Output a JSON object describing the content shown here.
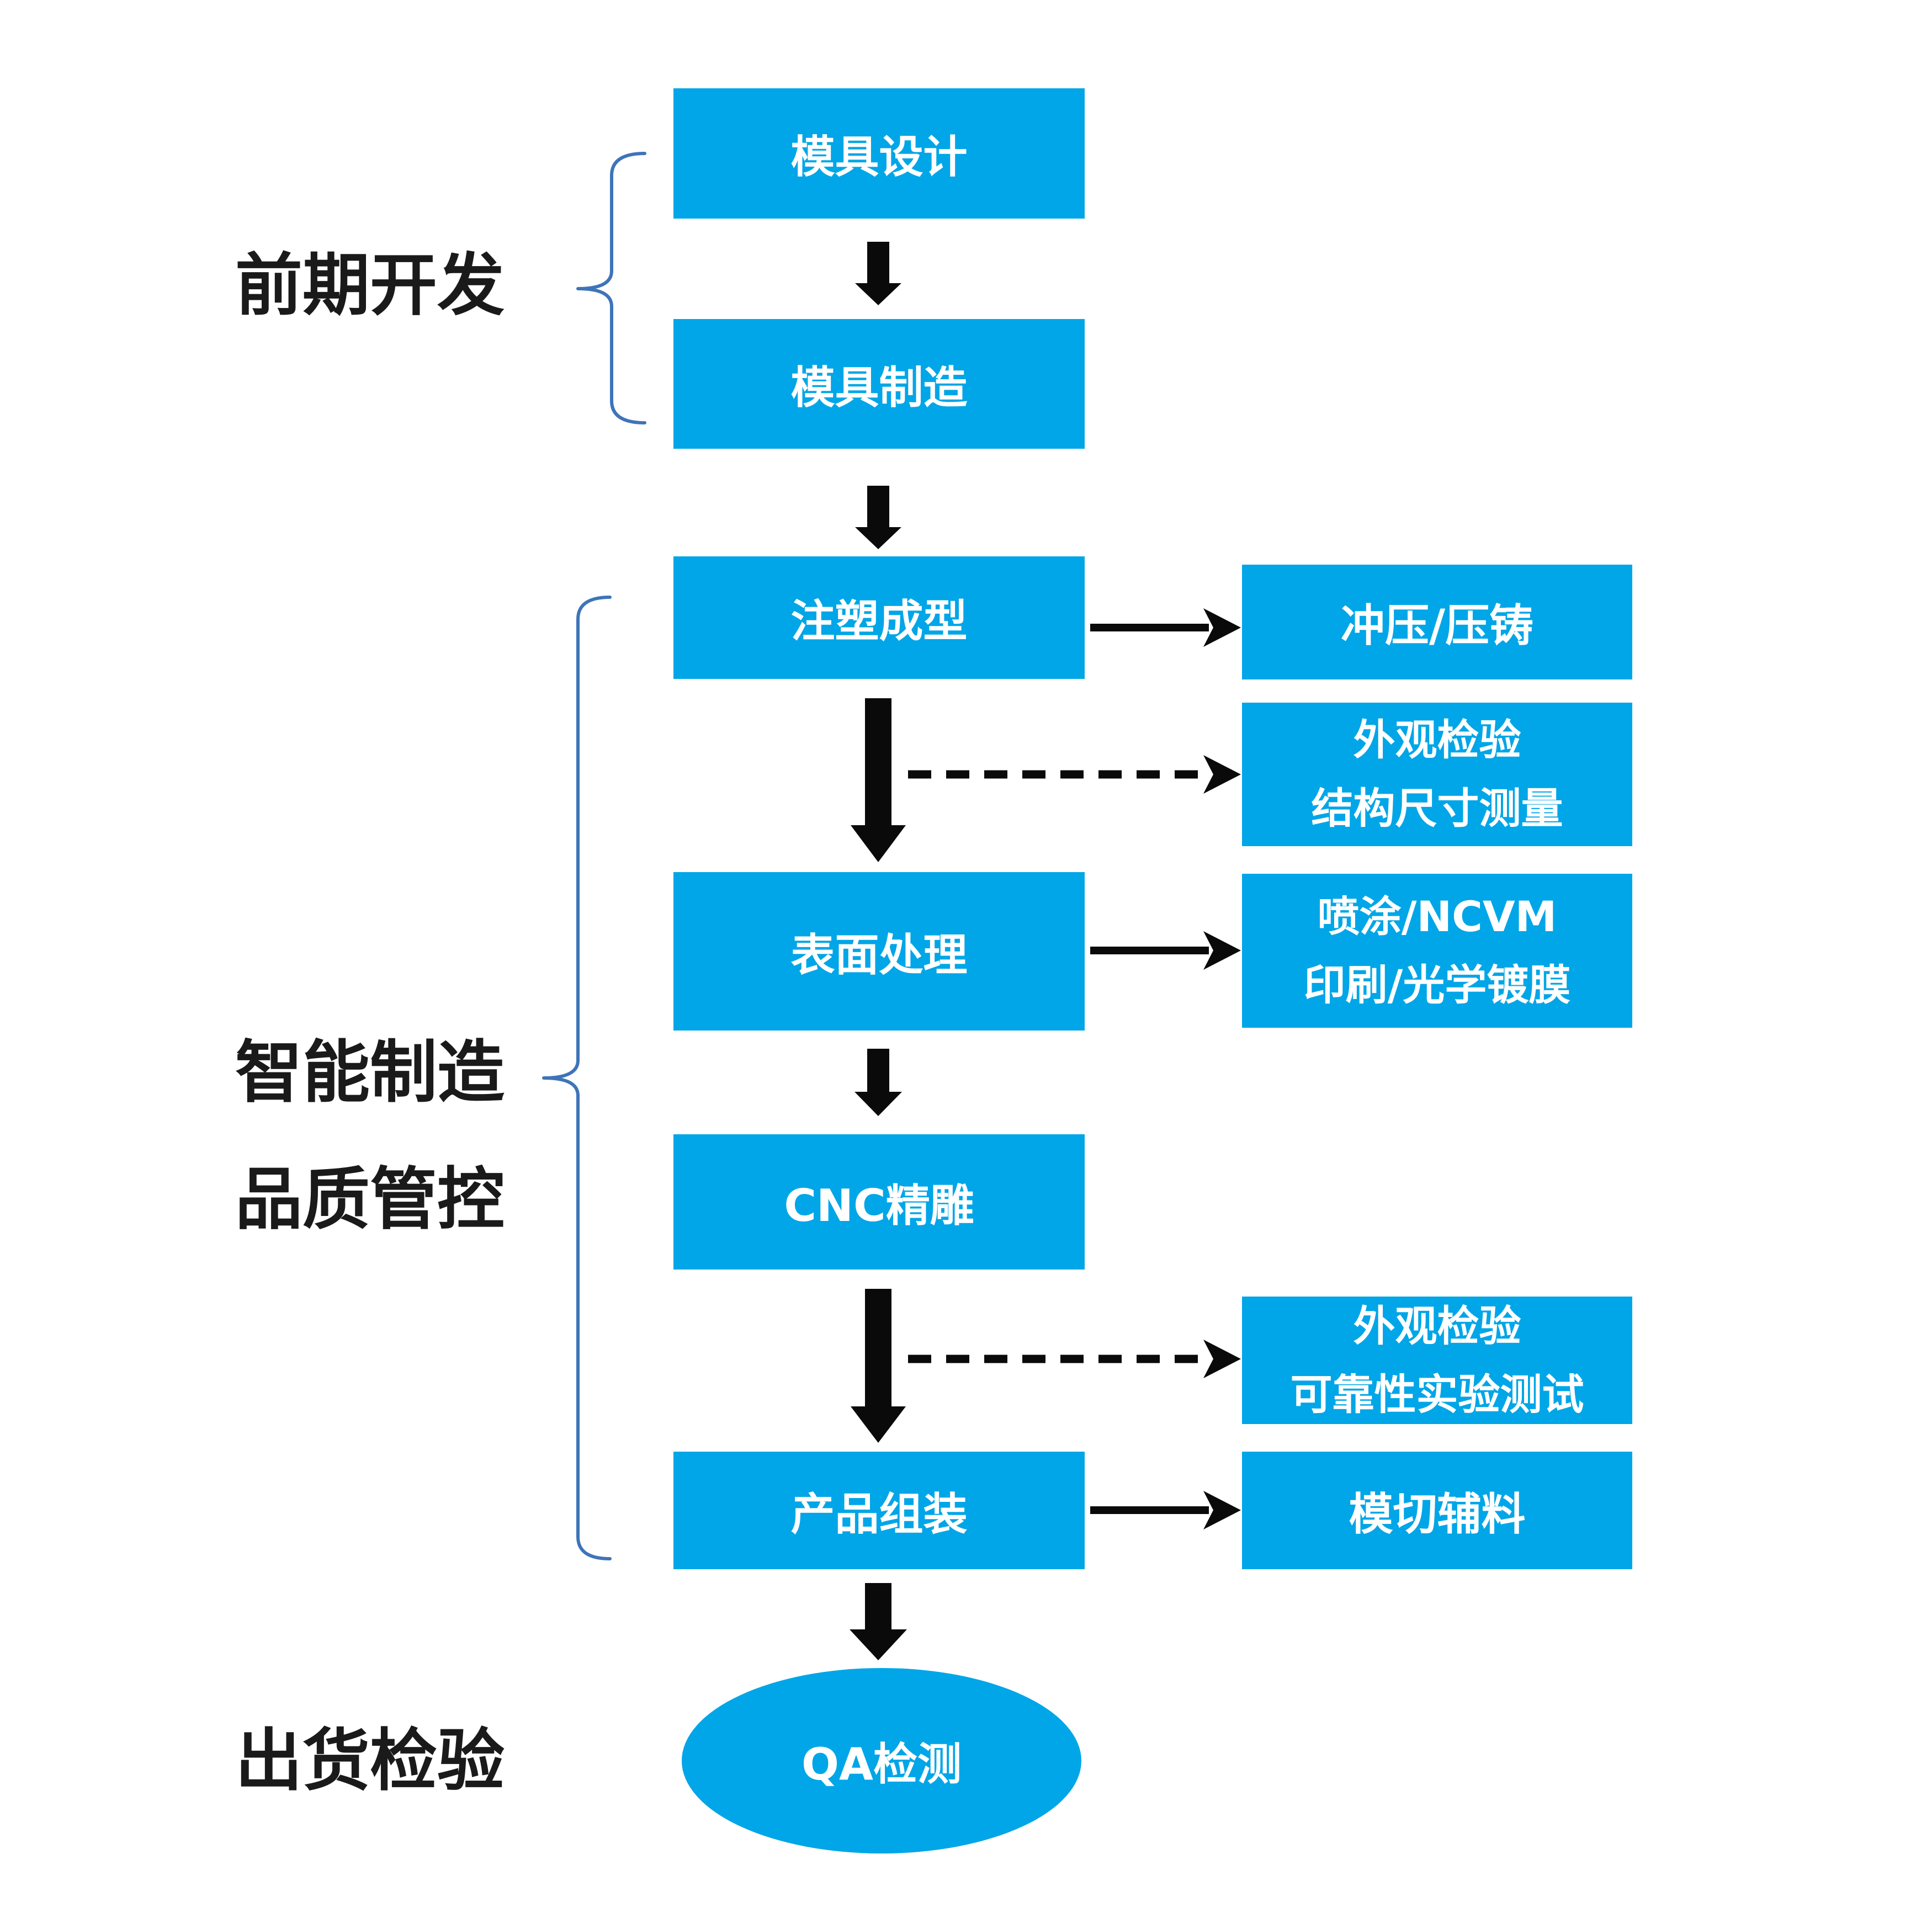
{
  "colors": {
    "box_blue": "#00A6E7",
    "brace_blue": "#3E74B9",
    "arrow_black": "#0A0A0A",
    "text_black": "#1A1A1A",
    "background": "#FFFFFF",
    "box_text": "#FFFFFF"
  },
  "phases": {
    "early_development": "前期开发",
    "smart_manufacturing_line1": "智能制造",
    "smart_manufacturing_line2": "品质管控",
    "outgoing_inspection": "出货检验"
  },
  "main_flow": {
    "mold_design": "模具设计",
    "mold_manufacturing": "模具制造",
    "injection_molding": "注塑成型",
    "surface_treatment": "表面处理",
    "cnc_engraving": "CNC精雕",
    "product_assembly": "产品组装",
    "qa_inspection": "QA检测"
  },
  "branch_flow": {
    "stamping_die_casting": "冲压/压铸",
    "appearance_inspection_1_line1": "外观检验",
    "appearance_inspection_1_line2": "结构尺寸测量",
    "spraying_ncvm_line1": "喷涂/NCVM",
    "spraying_ncvm_line2": "印刷/光学镀膜",
    "appearance_inspection_2_line1": "外观检验",
    "appearance_inspection_2_line2": "可靠性实验测试",
    "die_cut_materials": "模切辅料"
  }
}
